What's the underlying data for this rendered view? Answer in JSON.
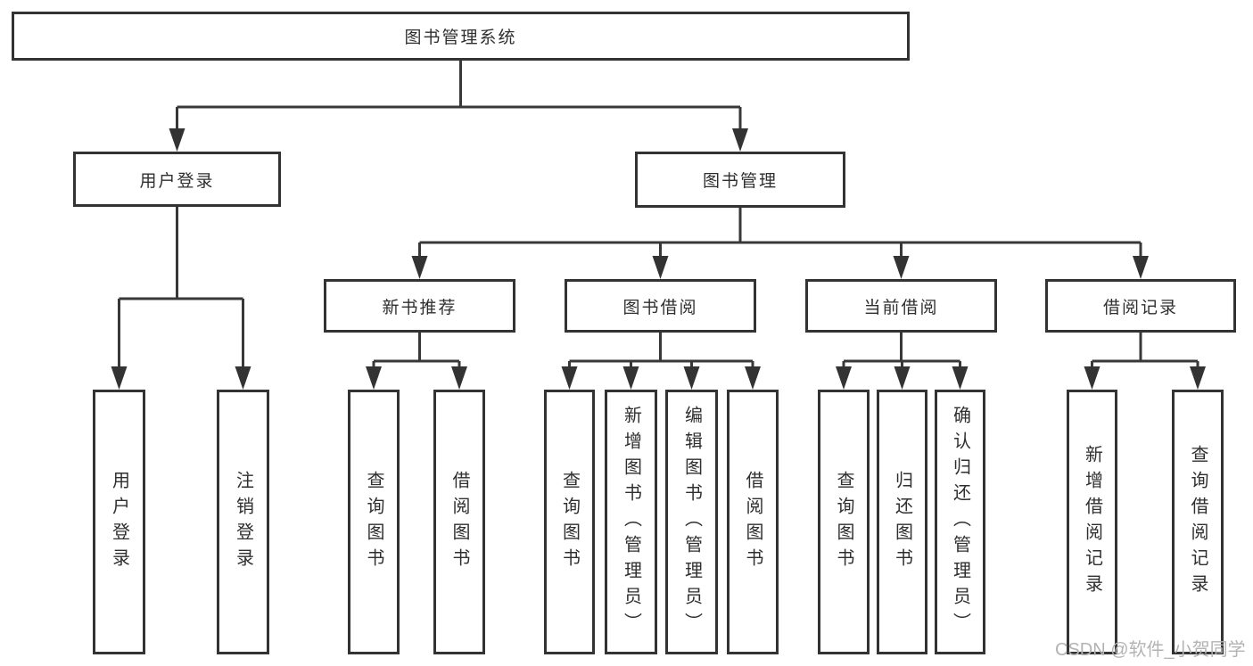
{
  "diagram_title": "图书管理系统",
  "nodes": {
    "root": {
      "label": "图书管理系统"
    },
    "user_login": {
      "label": "用户登录"
    },
    "book_mgmt": {
      "label": "图书管理"
    },
    "new_book_rec": {
      "label": "新书推荐"
    },
    "book_borrow": {
      "label": "图书借阅"
    },
    "current_borrow": {
      "label": "当前借阅"
    },
    "borrow_records": {
      "label": "借阅记录"
    },
    "leaf_user_login": {
      "label": "用户登录"
    },
    "leaf_logout": {
      "label": "注销登录"
    },
    "leaf_nbr_query_book": {
      "label": "查询图书"
    },
    "leaf_nbr_borrow_book": {
      "label": "借阅图书"
    },
    "leaf_bb_query_book": {
      "label": "查询图书"
    },
    "leaf_bb_add_book": {
      "label": "新增图书（管理员）"
    },
    "leaf_bb_edit_book": {
      "label": "编辑图书（管理员）"
    },
    "leaf_bb_borrow_book": {
      "label": "借阅图书"
    },
    "leaf_cb_query_book": {
      "label": "查询图书"
    },
    "leaf_cb_return_book": {
      "label": "归还图书"
    },
    "leaf_cb_confirm_return": {
      "label": "确认归还（管理员）"
    },
    "leaf_br_add_record": {
      "label": "新增借阅记录"
    },
    "leaf_br_query_record": {
      "label": "查询借阅记录"
    }
  },
  "tree": {
    "root": [
      "user_login",
      "book_mgmt"
    ],
    "user_login": [
      "leaf_user_login",
      "leaf_logout"
    ],
    "book_mgmt": [
      "new_book_rec",
      "book_borrow",
      "current_borrow",
      "borrow_records"
    ],
    "new_book_rec": [
      "leaf_nbr_query_book",
      "leaf_nbr_borrow_book"
    ],
    "book_borrow": [
      "leaf_bb_query_book",
      "leaf_bb_add_book",
      "leaf_bb_edit_book",
      "leaf_bb_borrow_book"
    ],
    "current_borrow": [
      "leaf_cb_query_book",
      "leaf_cb_return_book",
      "leaf_cb_confirm_return"
    ],
    "borrow_records": [
      "leaf_br_add_record",
      "leaf_br_query_record"
    ]
  },
  "watermark": {
    "text": "CSDN @软件_小贺同学",
    "color": "#b3b3b3"
  },
  "colors": {
    "line": "#383838",
    "box_border": "#333333",
    "box_fill": "#ffffff",
    "text": "#2f2f2f"
  }
}
